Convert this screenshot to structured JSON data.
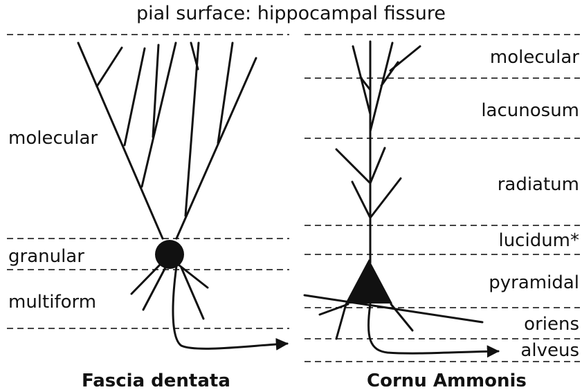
{
  "title": "pial surface: hippocampal fissure",
  "fascia_dentata": {
    "heading": "Fascia dentata",
    "layers": [
      "molecular",
      "granular",
      "multiform"
    ]
  },
  "cornu_ammonis": {
    "heading": "Cornu Ammonis",
    "layers": [
      "molecular",
      "lacunosum",
      "radiatum",
      "lucidum*",
      "pyramidal",
      "oriens",
      "alveus"
    ]
  },
  "colors": {
    "ink": "#111111",
    "rule": "#444444",
    "background": "#ffffff"
  }
}
